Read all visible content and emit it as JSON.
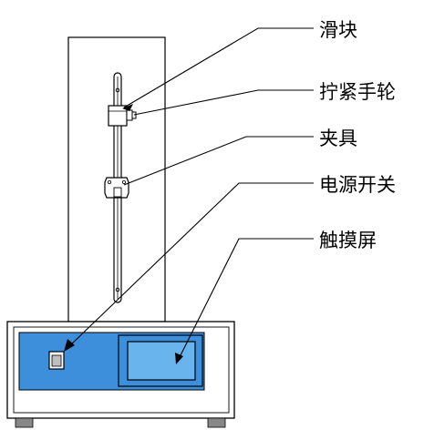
{
  "labels": {
    "slider": "滑块",
    "tightening_handwheel": "拧紧手轮",
    "clamp": "夹具",
    "power_switch": "电源开关",
    "touch_screen": "触摸屏"
  },
  "colors": {
    "line": "#000000",
    "frame_fill": "#ffffff",
    "panel_blue": "#3d8fdc",
    "screen_blue": "#6ab4ee",
    "foot": "#888888",
    "part_gray": "#bfbfbf"
  }
}
